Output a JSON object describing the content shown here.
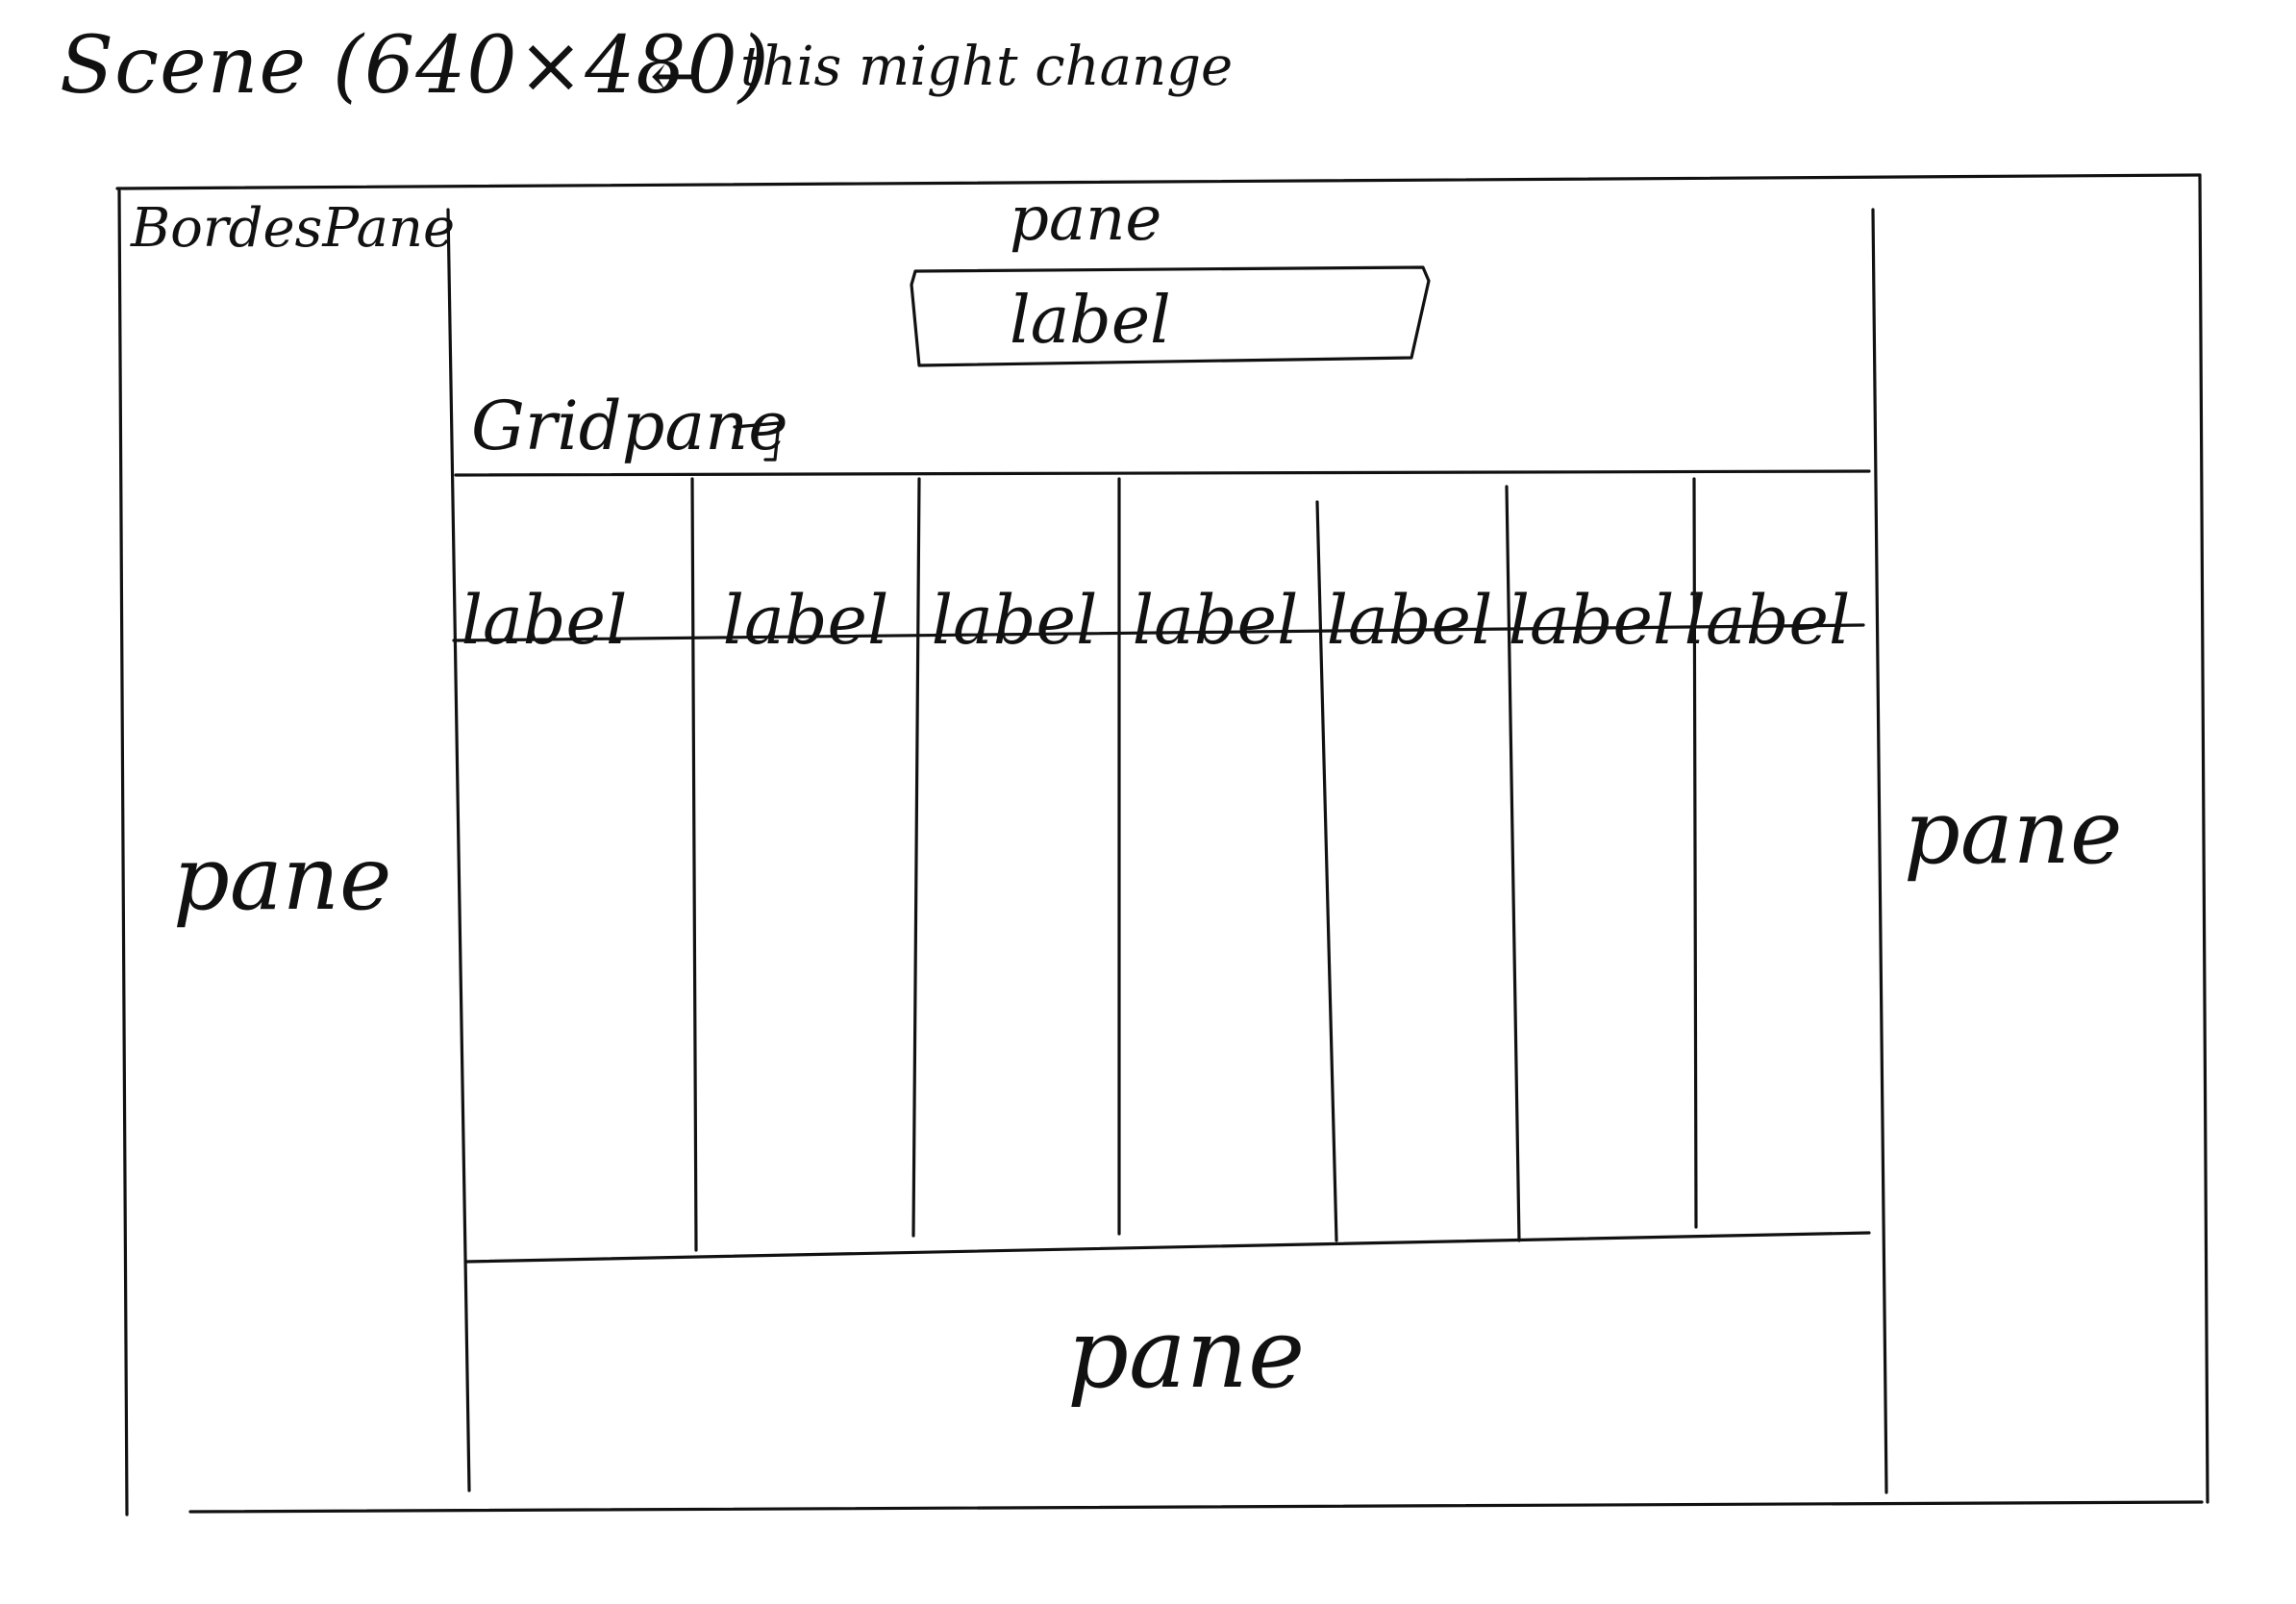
{
  "scene": {
    "title": "Scene (640×480)",
    "arrow": "←",
    "note": "this might change"
  },
  "border_pane": {
    "label": "BordesPane"
  },
  "top_pane": {
    "label": "pane",
    "label_box_text": "label"
  },
  "gridpane": {
    "label": "Gridpane",
    "arrow": "⌝",
    "column_labels": [
      "label",
      "label",
      "label",
      "label",
      "label",
      "label",
      "label"
    ]
  },
  "left_pane": {
    "label": "pane"
  },
  "right_pane": {
    "label": "pane"
  },
  "bottom_pane": {
    "label": "pane"
  },
  "colors": {
    "ink": "#111111",
    "paper": "#ffffff"
  }
}
